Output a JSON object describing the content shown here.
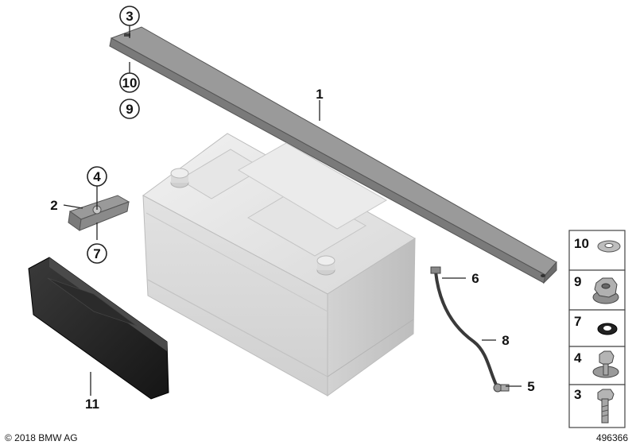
{
  "callouts": {
    "c1": "1",
    "c2": "2",
    "c3_top": "3",
    "c4": "4",
    "c5": "5",
    "c6": "6",
    "c7": "7",
    "c8": "8",
    "c9": "9",
    "c10": "10",
    "c11": "11"
  },
  "legend": {
    "items": [
      "10",
      "9",
      "7",
      "4",
      "3"
    ]
  },
  "footer": {
    "copyright": "© 2018 BMW AG",
    "image_number": "496366"
  }
}
